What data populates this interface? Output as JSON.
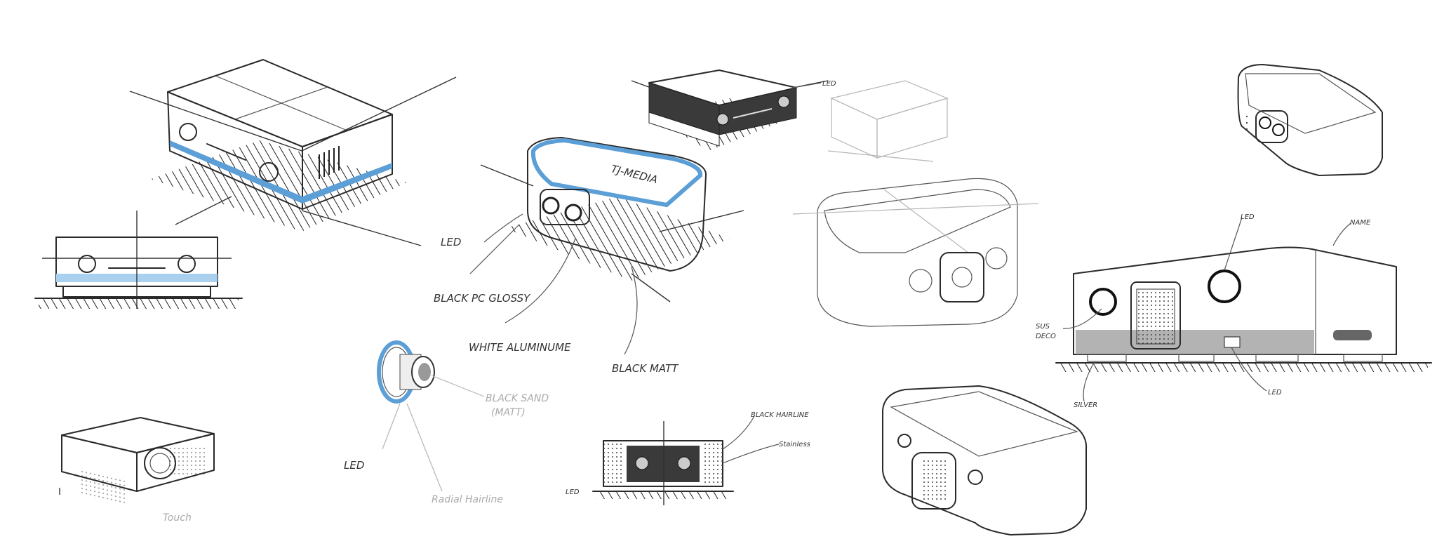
{
  "title": "Audio receiver / speaker design sketches",
  "colors": {
    "ink": "#2a2a2a",
    "accent_blue": "#5b9fd6",
    "marker_grey": "#8a8a8a"
  },
  "logo_text": "TJ-MEDIA",
  "labels": {
    "led_speaker": "LED",
    "black_pc_glossy": "BLACK PC GLOSSY",
    "white_aluminume": "WHITE ALUMINUME",
    "black_matt": "BLACK MATT",
    "led_top": "LED",
    "black_sand_matt_1": "BLACK SAND",
    "black_sand_matt_2": "(MATT)",
    "led_knob": "LED",
    "radial_hairline": "Radial Hairline",
    "led_front": "LED",
    "black_hairline": "BLACK HAIRLINE",
    "stainless": "Stainless",
    "led_right": "LED",
    "name_right": "NAME",
    "sus_deco_1": "SUS",
    "sus_deco_2": "DECO",
    "led_bottom_right": "LED",
    "silver": "SILVER",
    "touch": "Touch"
  }
}
